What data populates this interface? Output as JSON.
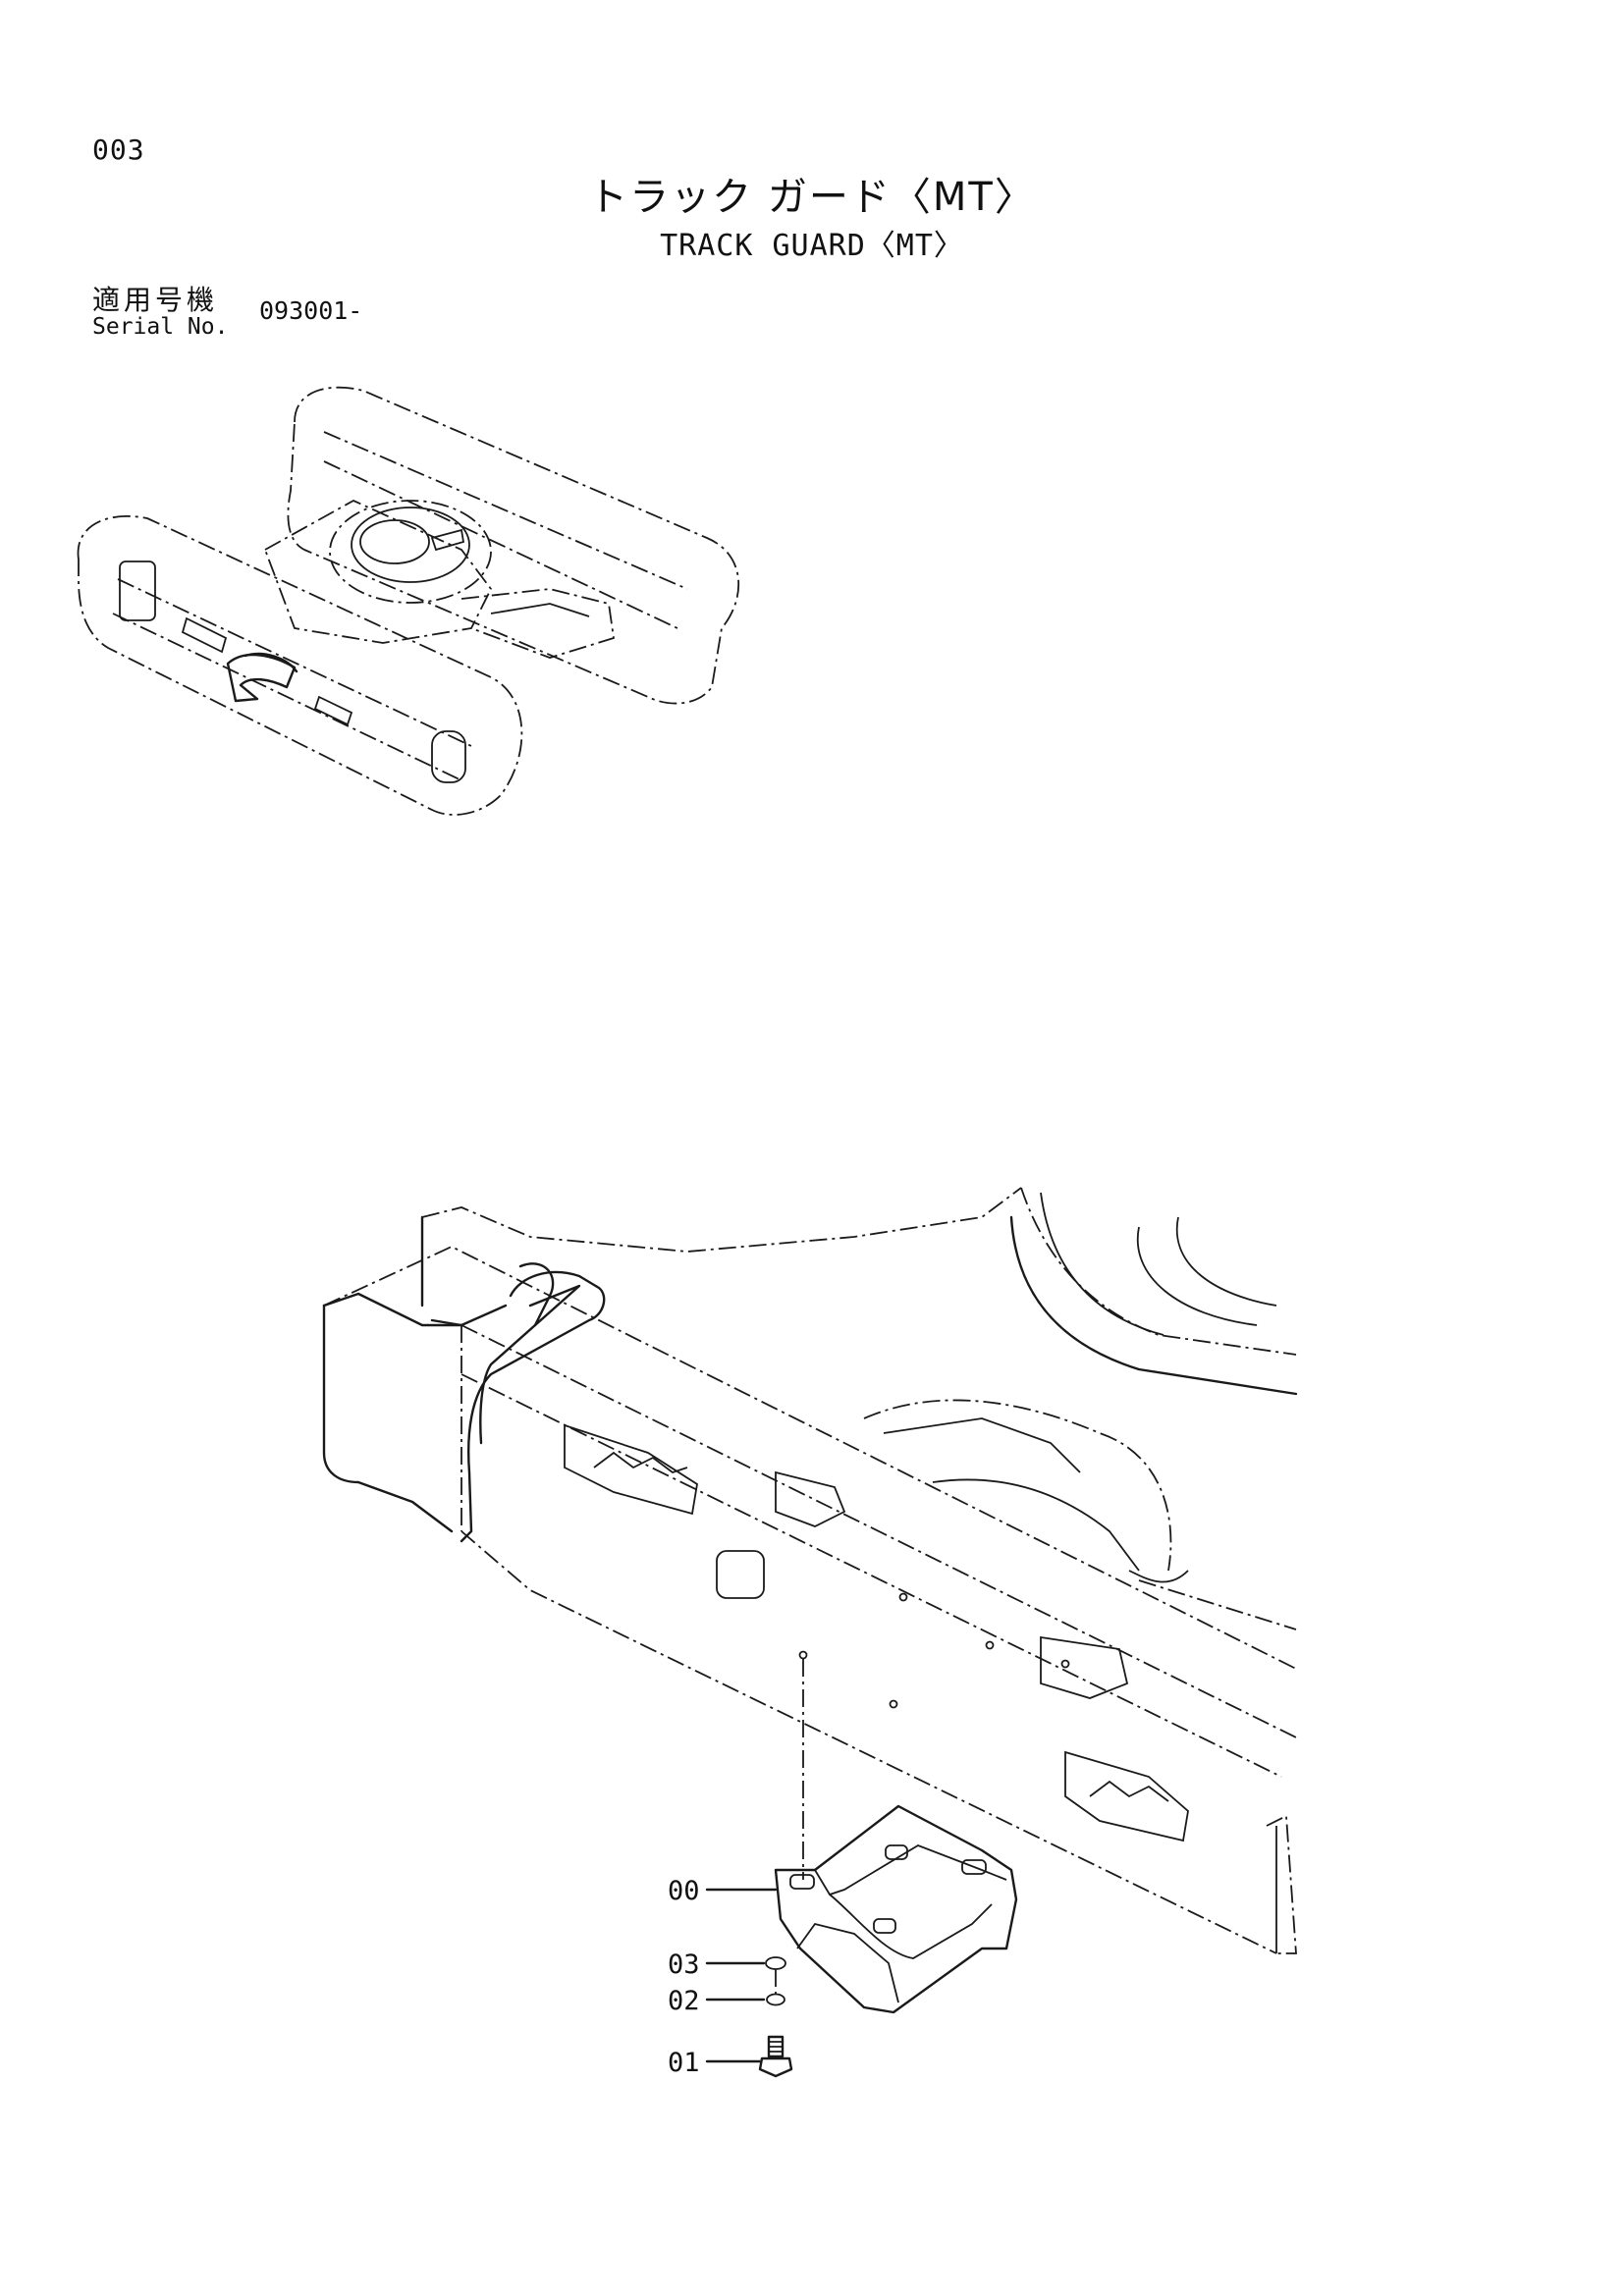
{
  "page": {
    "number": "003",
    "title_jp": "トラック ガード〈MT〉",
    "title_en": "TRACK GUARD〈MT〉",
    "serial_label_jp": "適用号機",
    "serial_label_en": "Serial No.",
    "serial_value": "093001-"
  },
  "callouts": [
    {
      "id": "00"
    },
    {
      "id": "03"
    },
    {
      "id": "02"
    },
    {
      "id": "01"
    }
  ]
}
